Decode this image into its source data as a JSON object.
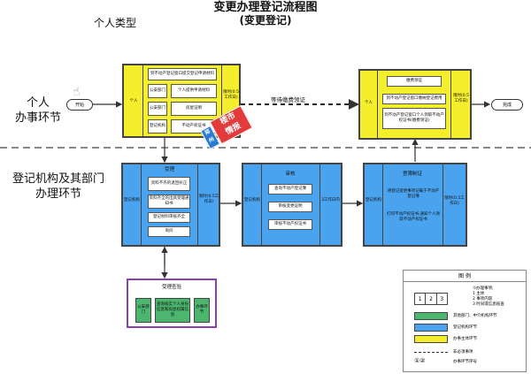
{
  "title": "变更办理登记流程图",
  "subtitle": "(变更登记)",
  "personal_type": "个人类型",
  "lanes": {
    "personal": [
      "个人",
      "办事环节"
    ],
    "agency": [
      "登记机构及其部门",
      "办理环节"
    ]
  },
  "start": "开始",
  "end": "完成",
  "wait_label": "等待缴费领证",
  "stamp": [
    "郑州",
    "楼市",
    "情报"
  ],
  "apply": {
    "role": "个人",
    "header": "到不动产登记窗口提交登记申请材料",
    "left_cells": [
      "公安部门",
      "公安部门",
      "登记机构"
    ],
    "right_cells": [
      "个人提供申请材料",
      "房屋证明",
      "不动产权证书"
    ],
    "time": "限时(0.5工作日)"
  },
  "accept": {
    "org": "登记机构",
    "title": "受理",
    "cells": [
      "资料不齐的退回补正",
      "资料齐全的出具受理通知书",
      "登记材料审核齐全",
      "询问"
    ],
    "time": "限时(0.5工作日)"
  },
  "review": {
    "org": "登记机构",
    "title": "审核",
    "cells": [
      "查询不动产登记簿",
      "审核变更证明",
      "审核不动产权证书"
    ],
    "time": "3工作日内"
  },
  "register": {
    "org": "登记机构",
    "title": "登簿制证",
    "cells": [
      "将登记变更事项记载于不动产登记簿",
      "打印不动产权证书,通知个人领取不动产权证书"
    ],
    "time": "限时(0.5工作日)"
  },
  "pay": {
    "role": "个人",
    "title": "缴费领证",
    "cells": [
      "到不动产登记窗口缴纳登记费用",
      "到不动产登记窗口个人领取不动产权证书(缴费领证)"
    ],
    "time": "限时(0.5工作日)"
  },
  "check": {
    "title": "受理查验",
    "cells": [
      "公安部门",
      "查询核实个人身份信息和房屋权属信息",
      "办事环节"
    ]
  },
  "legend": {
    "title": "图 例",
    "cells": [
      "1",
      "2",
      "3"
    ],
    "cell_notes": [
      "①办理事项;",
      "1 主体",
      "2 事项内容",
      "3 时间或信息核查"
    ],
    "items": [
      {
        "label": "其他部门、中介机构环节",
        "color": "#4cb56e"
      },
      {
        "label": "登记机构环节",
        "color": "#4aa3ee"
      },
      {
        "label": "办事主体环节",
        "color": "#f5ee2c"
      }
    ],
    "dashed_label": "非必须事项",
    "circle_label": "办事环节序号",
    "circle_icons": [
      "①",
      "②"
    ]
  }
}
